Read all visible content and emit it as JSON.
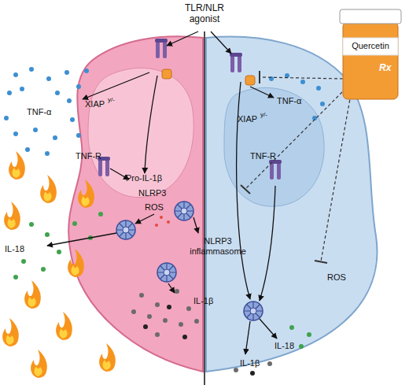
{
  "diagram": {
    "labels": [
      "TLR/NLR agonist",
      "Rx",
      "Quercetin",
      "TNF-α",
      "XIAP",
      "y/-",
      "TNF-R",
      "Pro-IL-1β",
      "NLRP3",
      "ROS",
      "IL-18",
      "NLRP3 inflammasome",
      "IL-1β",
      "TNF-α",
      "TNF-R",
      "XIAP",
      "y/-",
      "ROS",
      "IL-18",
      "IL-1β"
    ]
  }
}
